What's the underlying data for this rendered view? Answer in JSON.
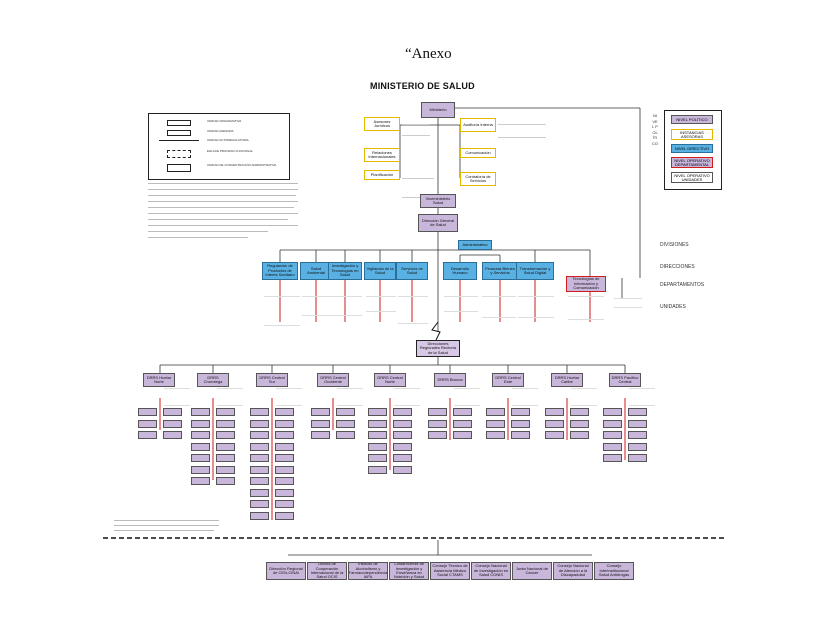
{
  "heading": "“Anexo",
  "title": "MINISTERIO DE SALUD",
  "top_node": "Ministerio",
  "advisory_left": [
    "Asesores Jurídicos",
    "Relaciones Internacionales",
    "Planificación"
  ],
  "advisory_right": [
    "Auditoría Interna",
    "Comunicación",
    "Contraloría de Servicios"
  ],
  "vice_ministry": "Viceministerio Salud",
  "general_direction": "Dirección General de Salud",
  "administrative": "Administrativo",
  "divisions": [
    "Regulación de Productos de Interés Sanitario",
    "Salud Ambiental",
    "Investigación y Tecnologías en Salud",
    "Vigilancia de la Salud",
    "Servicios de Salud",
    "Desarrollo Humano",
    "Finanzas Bienes y Servicios",
    "Transformación y Salud Digital",
    "Tecnologías de Información y Comunicación"
  ],
  "regional_node": "Direcciones Regionales Rectoría de la Salud",
  "regions": [
    "DRRS Huetar Norte",
    "DRRS Chorotega",
    "DRRS Central Sur",
    "DRRS Central Occidente",
    "DRRS Central Norte",
    "DRRS Brunca",
    "DRRS Central Este",
    "DRRS Huetar Caribe",
    "DRRS Pacífico Central"
  ],
  "bottom_row": [
    "Dirección Regional de CEN-CINAI",
    "Oficina de Cooperación Internacional de la Salud OCIS",
    "Instituto de Alcoholismo y Farmacodependencia IAFA",
    "Instituto Costarricense de Investigación y Enseñanza en Nutrición y Salud INCIENSA",
    "Consejo Técnico de Asistencia Médico Social CTAMS",
    "Consejo Nacional de Investigación en Salud CONIS",
    "Junta Nacional de Cáncer",
    "Consejo Nacional de Atención a la Discapacidad",
    "Consejo Interinstitucional Salud Antidrogas"
  ],
  "legend_left": [
    "UNIDAD ORGANIZATIVA",
    "UNIDAD ASESORA",
    "UNIDAD AUTOREGULATORIA",
    "ENLACE PROCESO FUNCIONAL",
    "UNIDAD DE CONCENTRACIÓN ADMINISTRATIVA"
  ],
  "legend_right": [
    "NIVEL POLÍTICO",
    "INSTANCIAS ASESORAS",
    "NIVEL DIRECTIVO",
    "NIVEL OPERATIVO DEPARTAMENTAL",
    "NIVEL OPERATIVO UNIDADES"
  ],
  "level_labels": [
    "DIVISIONES",
    "DIRECCIONES",
    "DEPARTAMENTOS",
    "UNIDADES"
  ],
  "vertical_label": "NIVEL POLÍTICO",
  "colors": {
    "purple": "#c9b6db",
    "blue": "#58b0e3",
    "yellow": "#e7b800",
    "red": "#d21b1b"
  }
}
